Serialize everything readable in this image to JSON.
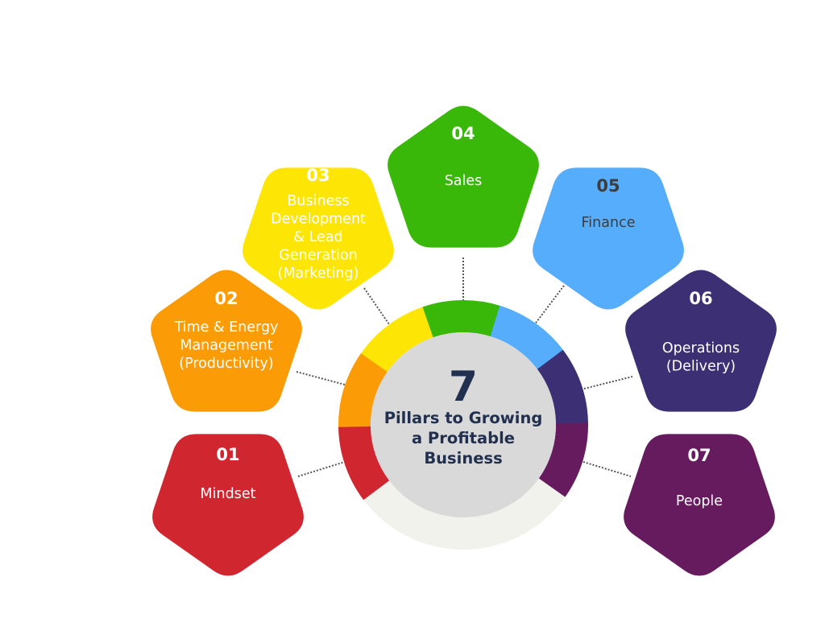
{
  "center": {
    "number": "7",
    "title_lines": [
      "Pillars to Growing",
      "a Profitable",
      "Business"
    ],
    "text_color": "#22304f",
    "fill_color": "#d9d9d9"
  },
  "ring": {
    "remainder_color": "#f1f2ec"
  },
  "pillars": [
    {
      "number": "01",
      "label_lines": [
        "Mindset"
      ],
      "color": "#cf2630",
      "text_color": "#ffffff"
    },
    {
      "number": "02",
      "label_lines": [
        "Time & Energy",
        "Management",
        "(Productivity)"
      ],
      "color": "#fb9b05",
      "text_color": "#ffffff"
    },
    {
      "number": "03",
      "label_lines": [
        "Business",
        "Development",
        "& Lead",
        "Generation",
        "(Marketing)"
      ],
      "color": "#fde605",
      "text_color": "#ffffff"
    },
    {
      "number": "04",
      "label_lines": [
        "Sales"
      ],
      "color": "#39b80a",
      "text_color": "#ffffff"
    },
    {
      "number": "05",
      "label_lines": [
        "Finance"
      ],
      "color": "#55adfc",
      "text_color": "#3d3d3d"
    },
    {
      "number": "06",
      "label_lines": [
        "Operations",
        "(Delivery)"
      ],
      "color": "#3c2f73",
      "text_color": "#ffffff"
    },
    {
      "number": "07",
      "label_lines": [
        "People"
      ],
      "color": "#661b5f",
      "text_color": "#ffffff"
    }
  ]
}
